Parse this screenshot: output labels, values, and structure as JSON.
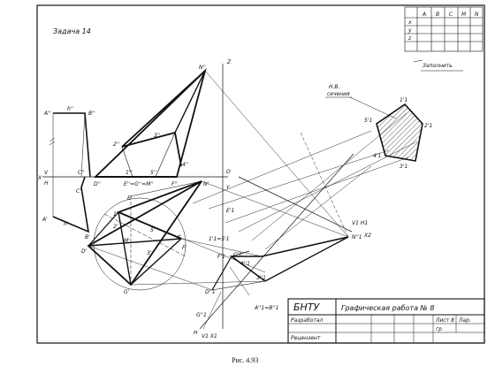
{
  "task_title": "Задача 14",
  "coord_table": {
    "cols": [
      "A",
      "B",
      "C",
      "M",
      "N"
    ],
    "rows": [
      "x",
      "y",
      "z"
    ]
  },
  "fill_label": "Заполнить",
  "section_label": [
    "Н.В.",
    "сечения"
  ],
  "caption": "Рис. 4.93",
  "title_block": {
    "org": "БНТУ",
    "work": "Графическая работа № 8",
    "developed": "Разработал",
    "reviewer": "Рецензент",
    "sheet": "Лист 8",
    "sheets": "Лар.",
    "group": "гр"
  },
  "point_labels": {
    "N2": "N''",
    "A2": "A''",
    "B2": "B''",
    "h2": "h''",
    "C2": "C''",
    "D2": "D''",
    "one2": "1''",
    "two2": "2''",
    "three2": "3''",
    "four2": "4''",
    "five2": "5''",
    "EGM": "E''=G''=M''",
    "F2": "F''",
    "x": "X",
    "v": "V",
    "H": "H",
    "Z": "Z",
    "O": "O",
    "Y": "Y",
    "A1": "A'",
    "B1": "B'",
    "C1": "C'",
    "D1": "D'",
    "E1": "E'",
    "F1": "F'",
    "G1": "G'",
    "M1": "M'",
    "N1": "N'",
    "h1": "h'",
    "one1": "1'",
    "two1": "2'",
    "three1": "3'",
    "four1": "4'",
    "five1": "5'",
    "E1p": "E'1",
    "C1p": "C'1",
    "F1p": "F'1",
    "D1p": "D''1",
    "A1B1": "A''1=B''1",
    "one_five": "1'1=5'1",
    "N1p": "N''1",
    "G1p": "G''1",
    "four1p": "4''1",
    "three1p": "3''1",
    "V1H1": "V1 H1",
    "X2": "X2",
    "H_lower": "H",
    "V1X1": "V1 X1",
    "s1": "1'1",
    "s2": "2'1",
    "s3": "3'1",
    "s4": "4'1",
    "s5": "5'1"
  }
}
